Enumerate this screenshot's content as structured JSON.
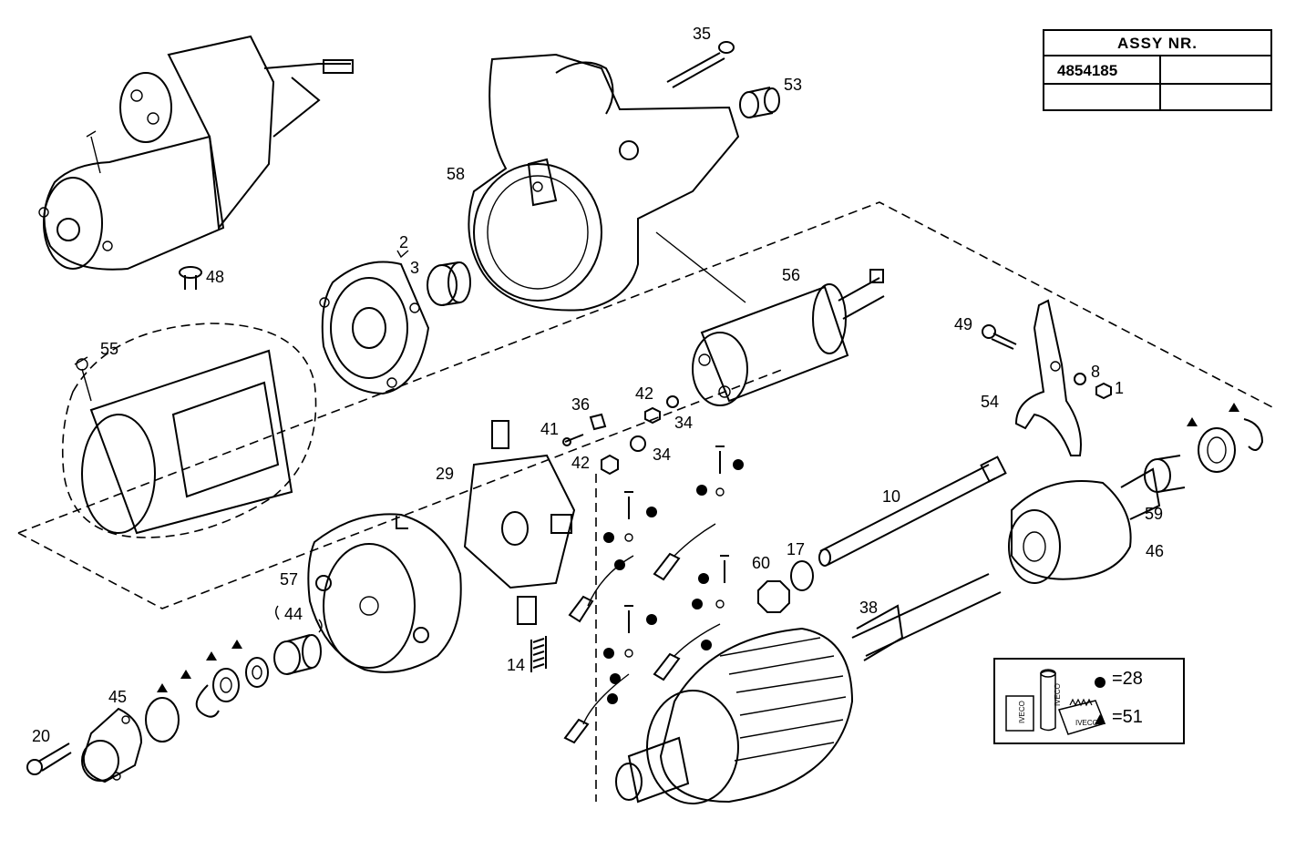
{
  "assembly": {
    "header": "ASSY NR.",
    "number": "4854185"
  },
  "legend": {
    "dot_text": "=28",
    "triangle_text": "=51",
    "pkg_labels": [
      "IVECO",
      "IVECO",
      "IVECO"
    ]
  },
  "callouts": {
    "c35": "35",
    "c53": "53",
    "c58": "58",
    "c48": "48",
    "c2": "2",
    "c3": "3",
    "c56": "56",
    "c55": "55",
    "c49": "49",
    "c8": "8",
    "c1": "1",
    "c54": "54",
    "c36": "36",
    "c42a": "42",
    "c41": "41",
    "c34a": "34",
    "c42b": "42",
    "c34b": "34",
    "c29": "29",
    "c10": "10",
    "c59": "59",
    "c46": "46",
    "c57": "57",
    "c44": "44",
    "c60": "60",
    "c17": "17",
    "c38": "38",
    "c14": "14",
    "c45": "45",
    "c20": "20"
  }
}
